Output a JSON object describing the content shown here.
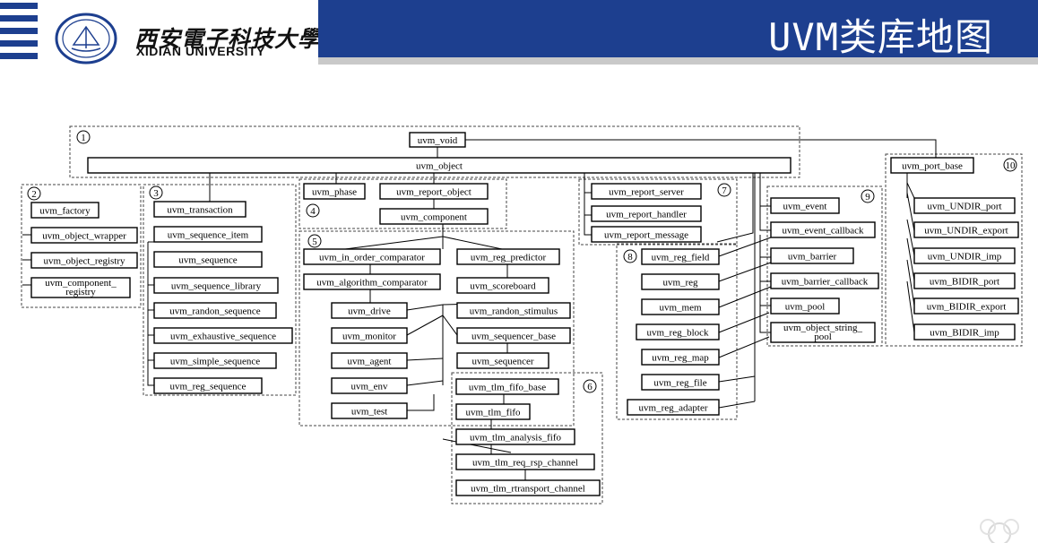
{
  "header": {
    "university_cn": "西安電子科技大學",
    "university_en": "XIDIAN UNIVERSITY",
    "title": "UVM类库地图"
  },
  "colors": {
    "brand_blue": "#1d3f8f",
    "accent_gray": "#c9c9c9"
  },
  "groups": [
    {
      "id": "g1",
      "label": "1"
    },
    {
      "id": "g2",
      "label": "2"
    },
    {
      "id": "g3",
      "label": "3"
    },
    {
      "id": "g4",
      "label": "4"
    },
    {
      "id": "g5",
      "label": "5"
    },
    {
      "id": "g6",
      "label": "6"
    },
    {
      "id": "g7",
      "label": "7"
    },
    {
      "id": "g8",
      "label": "8"
    },
    {
      "id": "g9",
      "label": "9"
    },
    {
      "id": "g10",
      "label": "10"
    }
  ],
  "nodes": [
    {
      "id": "uvm_void",
      "label": "uvm_void"
    },
    {
      "id": "uvm_object",
      "label": "uvm_object"
    },
    {
      "id": "uvm_port_base",
      "label": "uvm_port_base"
    },
    {
      "id": "uvm_factory",
      "label": "uvm_factory"
    },
    {
      "id": "uvm_object_wrapper",
      "label": "uvm_object_wrapper"
    },
    {
      "id": "uvm_object_registry",
      "label": "uvm_object_registry"
    },
    {
      "id": "uvm_component_registry",
      "label": "uvm_component_\nregistry"
    },
    {
      "id": "uvm_transaction",
      "label": "uvm_transaction"
    },
    {
      "id": "uvm_sequence_item",
      "label": "uvm_sequence_item"
    },
    {
      "id": "uvm_sequence",
      "label": "uvm_sequence"
    },
    {
      "id": "uvm_sequence_library",
      "label": "uvm_sequence_library"
    },
    {
      "id": "uvm_randon_sequence",
      "label": "uvm_randon_sequence"
    },
    {
      "id": "uvm_exhaustive_sequence",
      "label": "uvm_exhaustive_sequence"
    },
    {
      "id": "uvm_simple_sequence",
      "label": "uvm_simple_sequence"
    },
    {
      "id": "uvm_reg_sequence",
      "label": "uvm_reg_sequence"
    },
    {
      "id": "uvm_phase",
      "label": "uvm_phase"
    },
    {
      "id": "uvm_report_object",
      "label": "uvm_report_object"
    },
    {
      "id": "uvm_component",
      "label": "uvm_component"
    },
    {
      "id": "uvm_in_order_comparator",
      "label": "uvm_in_order_comparator"
    },
    {
      "id": "uvm_reg_predictor",
      "label": "uvm_reg_predictor"
    },
    {
      "id": "uvm_algorithm_comparator",
      "label": "uvm_algorithm_comparator"
    },
    {
      "id": "uvm_scoreboard",
      "label": "uvm_scoreboard"
    },
    {
      "id": "uvm_drive",
      "label": "uvm_drive"
    },
    {
      "id": "uvm_randon_stimulus",
      "label": "uvm_randon_stimulus"
    },
    {
      "id": "uvm_monitor",
      "label": "uvm_monitor"
    },
    {
      "id": "uvm_sequencer_base",
      "label": "uvm_sequencer_base"
    },
    {
      "id": "uvm_agent",
      "label": "uvm_agent"
    },
    {
      "id": "uvm_sequencer",
      "label": "uvm_sequencer"
    },
    {
      "id": "uvm_env",
      "label": "uvm_env"
    },
    {
      "id": "uvm_test",
      "label": "uvm_test"
    },
    {
      "id": "uvm_tlm_fifo_base",
      "label": "uvm_tlm_fifo_base"
    },
    {
      "id": "uvm_tlm_fifo",
      "label": "uvm_tlm_fifo"
    },
    {
      "id": "uvm_tlm_analysis_fifo",
      "label": "uvm_tlm_analysis_fifo"
    },
    {
      "id": "uvm_tlm_req_rsp_channel",
      "label": "uvm_tlm_req_rsp_channel"
    },
    {
      "id": "uvm_tlm_rtransport_channel",
      "label": "uvm_tlm_rtransport_channel"
    },
    {
      "id": "uvm_report_server",
      "label": "uvm_report_server"
    },
    {
      "id": "uvm_report_handler",
      "label": "uvm_report_handler"
    },
    {
      "id": "uvm_report_message",
      "label": "uvm_report_message"
    },
    {
      "id": "uvm_reg_field",
      "label": "uvm_reg_field"
    },
    {
      "id": "uvm_reg",
      "label": "uvm_reg"
    },
    {
      "id": "uvm_mem",
      "label": "uvm_mem"
    },
    {
      "id": "uvm_reg_block",
      "label": "uvm_reg_block"
    },
    {
      "id": "uvm_reg_map",
      "label": "uvm_reg_map"
    },
    {
      "id": "uvm_reg_file",
      "label": "uvm_reg_file"
    },
    {
      "id": "uvm_reg_adapter",
      "label": "uvm_reg_adapter"
    },
    {
      "id": "uvm_event",
      "label": "uvm_event"
    },
    {
      "id": "uvm_event_callback",
      "label": "uvm_event_callback"
    },
    {
      "id": "uvm_barrier",
      "label": "uvm_barrier"
    },
    {
      "id": "uvm_barrier_callback",
      "label": "uvm_barrier_callback"
    },
    {
      "id": "uvm_pool",
      "label": "uvm_pool"
    },
    {
      "id": "uvm_object_string_pool",
      "label": "uvm_object_string_\npool"
    },
    {
      "id": "uvm_UNDIR_port",
      "label": "uvm_UNDIR_port"
    },
    {
      "id": "uvm_UNDIR_export",
      "label": "uvm_UNDIR_export"
    },
    {
      "id": "uvm_UNDIR_imp",
      "label": "uvm_UNDIR_imp"
    },
    {
      "id": "uvm_BIDIR_port",
      "label": "uvm_BIDIR_port"
    },
    {
      "id": "uvm_BIDIR_export",
      "label": "uvm_BIDIR_export"
    },
    {
      "id": "uvm_BIDIR_imp",
      "label": "uvm_BIDIR_imp"
    }
  ]
}
